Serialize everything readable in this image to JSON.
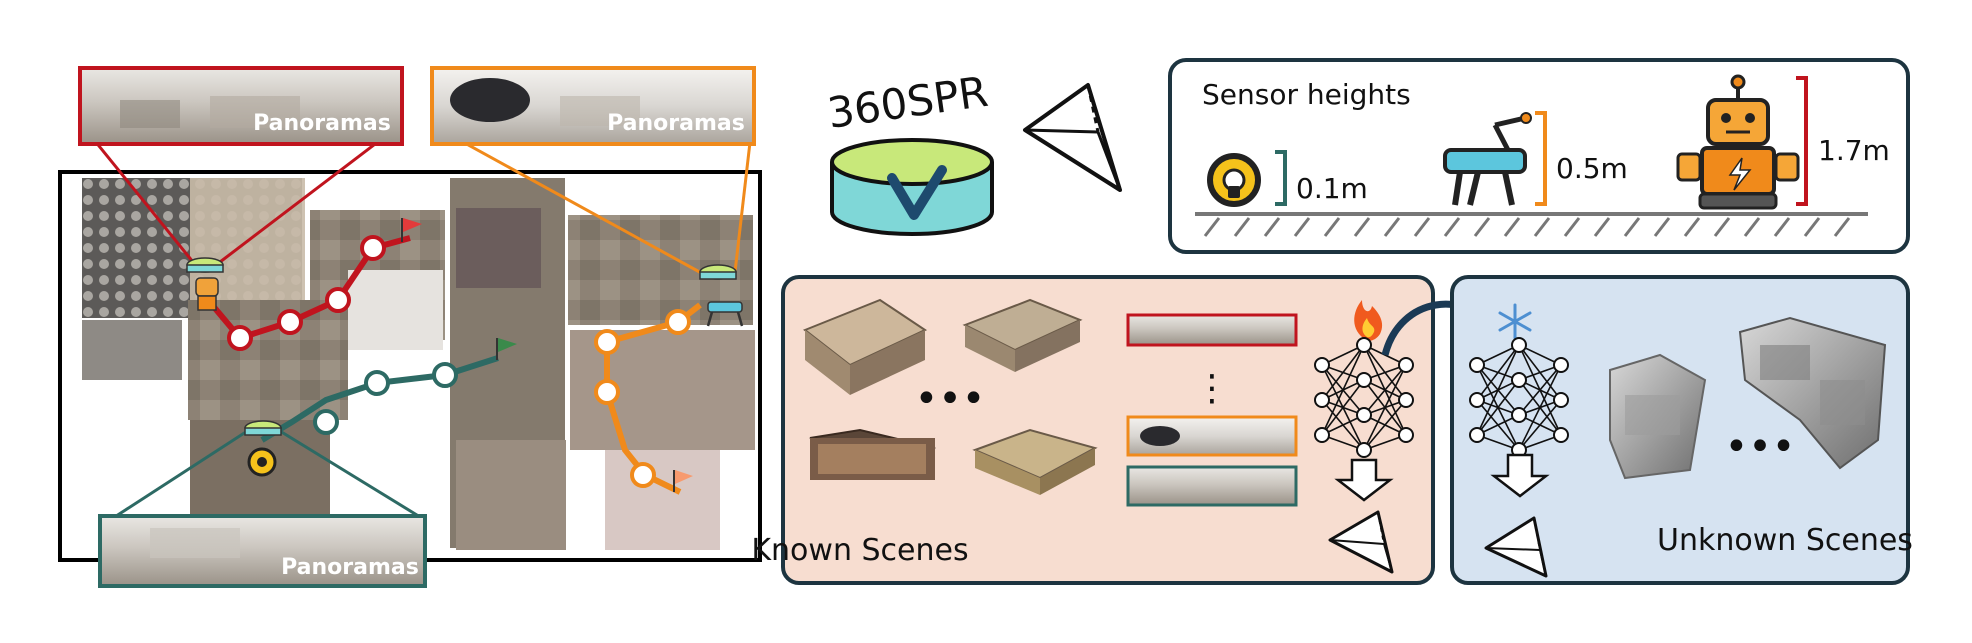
{
  "panorama_label": "Panoramas",
  "title": "360SPR",
  "sensor_panel": {
    "heading": "Sensor heights",
    "heights": [
      "0.1m",
      "0.5m",
      "1.7m"
    ]
  },
  "known_panel": {
    "label": "Known Scenes",
    "ellipsis": "•••",
    "vdots": "⋮"
  },
  "unknown_panel": {
    "label": "Unknown Scenes",
    "ellipsis": "•••"
  },
  "icons": {
    "fire": "fire-icon",
    "snowflake": "snowflake-icon",
    "robot_vacuum": "robot-vacuum-icon",
    "robot_dog": "robot-dog-icon",
    "humanoid_robot": "humanoid-robot-icon",
    "neural_network": "neural-network-icon",
    "pyramid": "pyramid-icon"
  },
  "colors": {
    "red_path": "#c0141e",
    "orange_path": "#f08a1b",
    "teal_path": "#2d6a64",
    "known_bg": "#f7ddd0",
    "unknown_bg": "#d6e3f1",
    "panel_border": "#1d3440",
    "camera_green": "#c8e87a",
    "camera_cyan": "#7fd7d7"
  }
}
